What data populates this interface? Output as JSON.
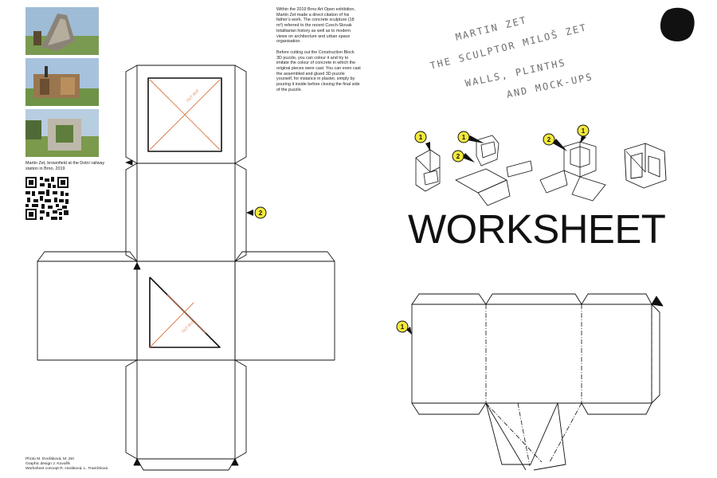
{
  "photos": [
    {
      "alt": "Concrete sculpture on brownfield"
    },
    {
      "alt": "Wall construction mock-up"
    },
    {
      "alt": "Concrete block with square opening"
    }
  ],
  "caption": "Martin Zet, brownfield at the Dolní railway station in Brno, 2019",
  "credits": {
    "photo": "Photo M. Dvořáková, M. Zet",
    "design": "Graphic design J. Kovařík",
    "concept": "Worksheet concept R. Horáková, L. Trantírková"
  },
  "intro": {
    "p1": "Within the 2019 Brno Art Open exhibition, Martin Zet made a direct citation of his father’s work. The concrete sculpture (18 m³) referred to the recent Czech-Slovak totalitarian history as well as to modern views on architecture and urban space organisation.",
    "p2": "Before cutting out the Construction Block 3D puzzle, you can colour it and try to imitate the colour of concrete in which the original pieces were cast. You can even cast the assembled and glued 3D puzzle yourself, for instance in plaster, simply by pouring it inside before closing the final side of the puzzle."
  },
  "handwriting": {
    "line1": "MARTIN ZET",
    "line2": "THE SCULPTOR MILOŠ ZET",
    "line3": "WALLS, PLINTHS",
    "line4": "AND MOCK-UPS"
  },
  "title": "WORKSHEET",
  "markers": {
    "one": "1",
    "two": "2"
  },
  "cut_labels": {
    "cut": "CUT OUT"
  },
  "colors": {
    "cut_line": "#d9743f",
    "marker_fill": "#f3e93c",
    "ink": "#111111"
  }
}
